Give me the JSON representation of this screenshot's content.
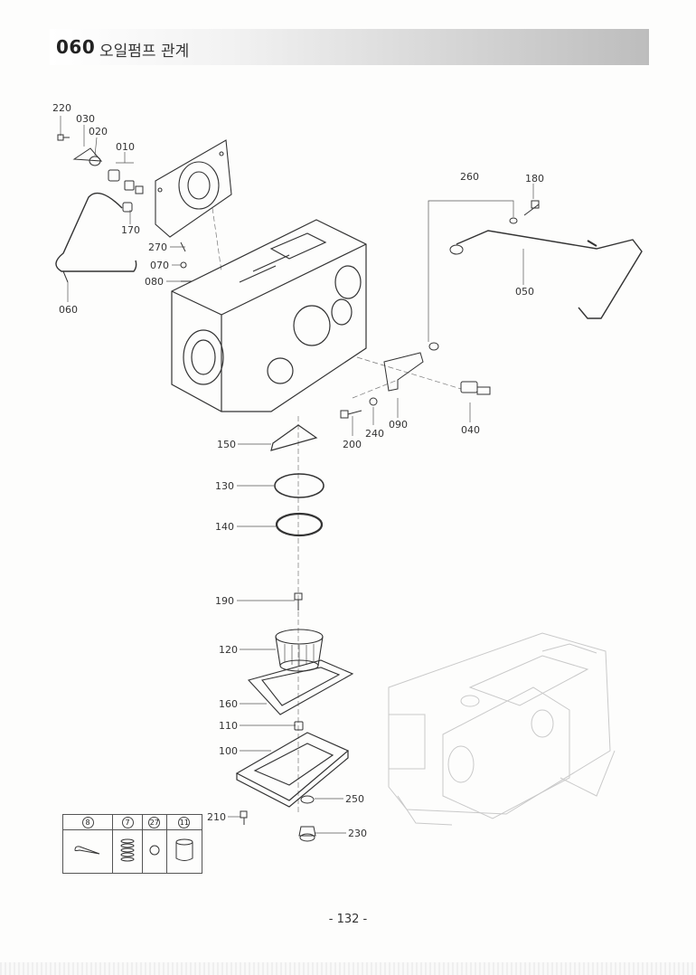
{
  "header": {
    "section_number": "060",
    "section_title": "오일펌프 관계"
  },
  "parts": [
    {
      "id": "220",
      "label": "220"
    },
    {
      "id": "030",
      "label": "030"
    },
    {
      "id": "020",
      "label": "020"
    },
    {
      "id": "010",
      "label": "010"
    },
    {
      "id": "170",
      "label": "170"
    },
    {
      "id": "270",
      "label": "270"
    },
    {
      "id": "070",
      "label": "070"
    },
    {
      "id": "080",
      "label": "080"
    },
    {
      "id": "060",
      "label": "060"
    },
    {
      "id": "260",
      "label": "260"
    },
    {
      "id": "180",
      "label": "180"
    },
    {
      "id": "050",
      "label": "050"
    },
    {
      "id": "150",
      "label": "150"
    },
    {
      "id": "200",
      "label": "200"
    },
    {
      "id": "240",
      "label": "240"
    },
    {
      "id": "090",
      "label": "090"
    },
    {
      "id": "040",
      "label": "040"
    },
    {
      "id": "130",
      "label": "130"
    },
    {
      "id": "140",
      "label": "140"
    },
    {
      "id": "190",
      "label": "190"
    },
    {
      "id": "120",
      "label": "120"
    },
    {
      "id": "160",
      "label": "160"
    },
    {
      "id": "110",
      "label": "110"
    },
    {
      "id": "100",
      "label": "100"
    },
    {
      "id": "250",
      "label": "250"
    },
    {
      "id": "210",
      "label": "210"
    },
    {
      "id": "230",
      "label": "230"
    }
  ],
  "legend": {
    "refs": [
      "8",
      "7",
      "27",
      "11"
    ],
    "icons": [
      "cotter-pin-icon",
      "spring-icon",
      "ball-icon",
      "bushing-icon"
    ]
  },
  "footer": {
    "page_number": "- 132 -"
  }
}
